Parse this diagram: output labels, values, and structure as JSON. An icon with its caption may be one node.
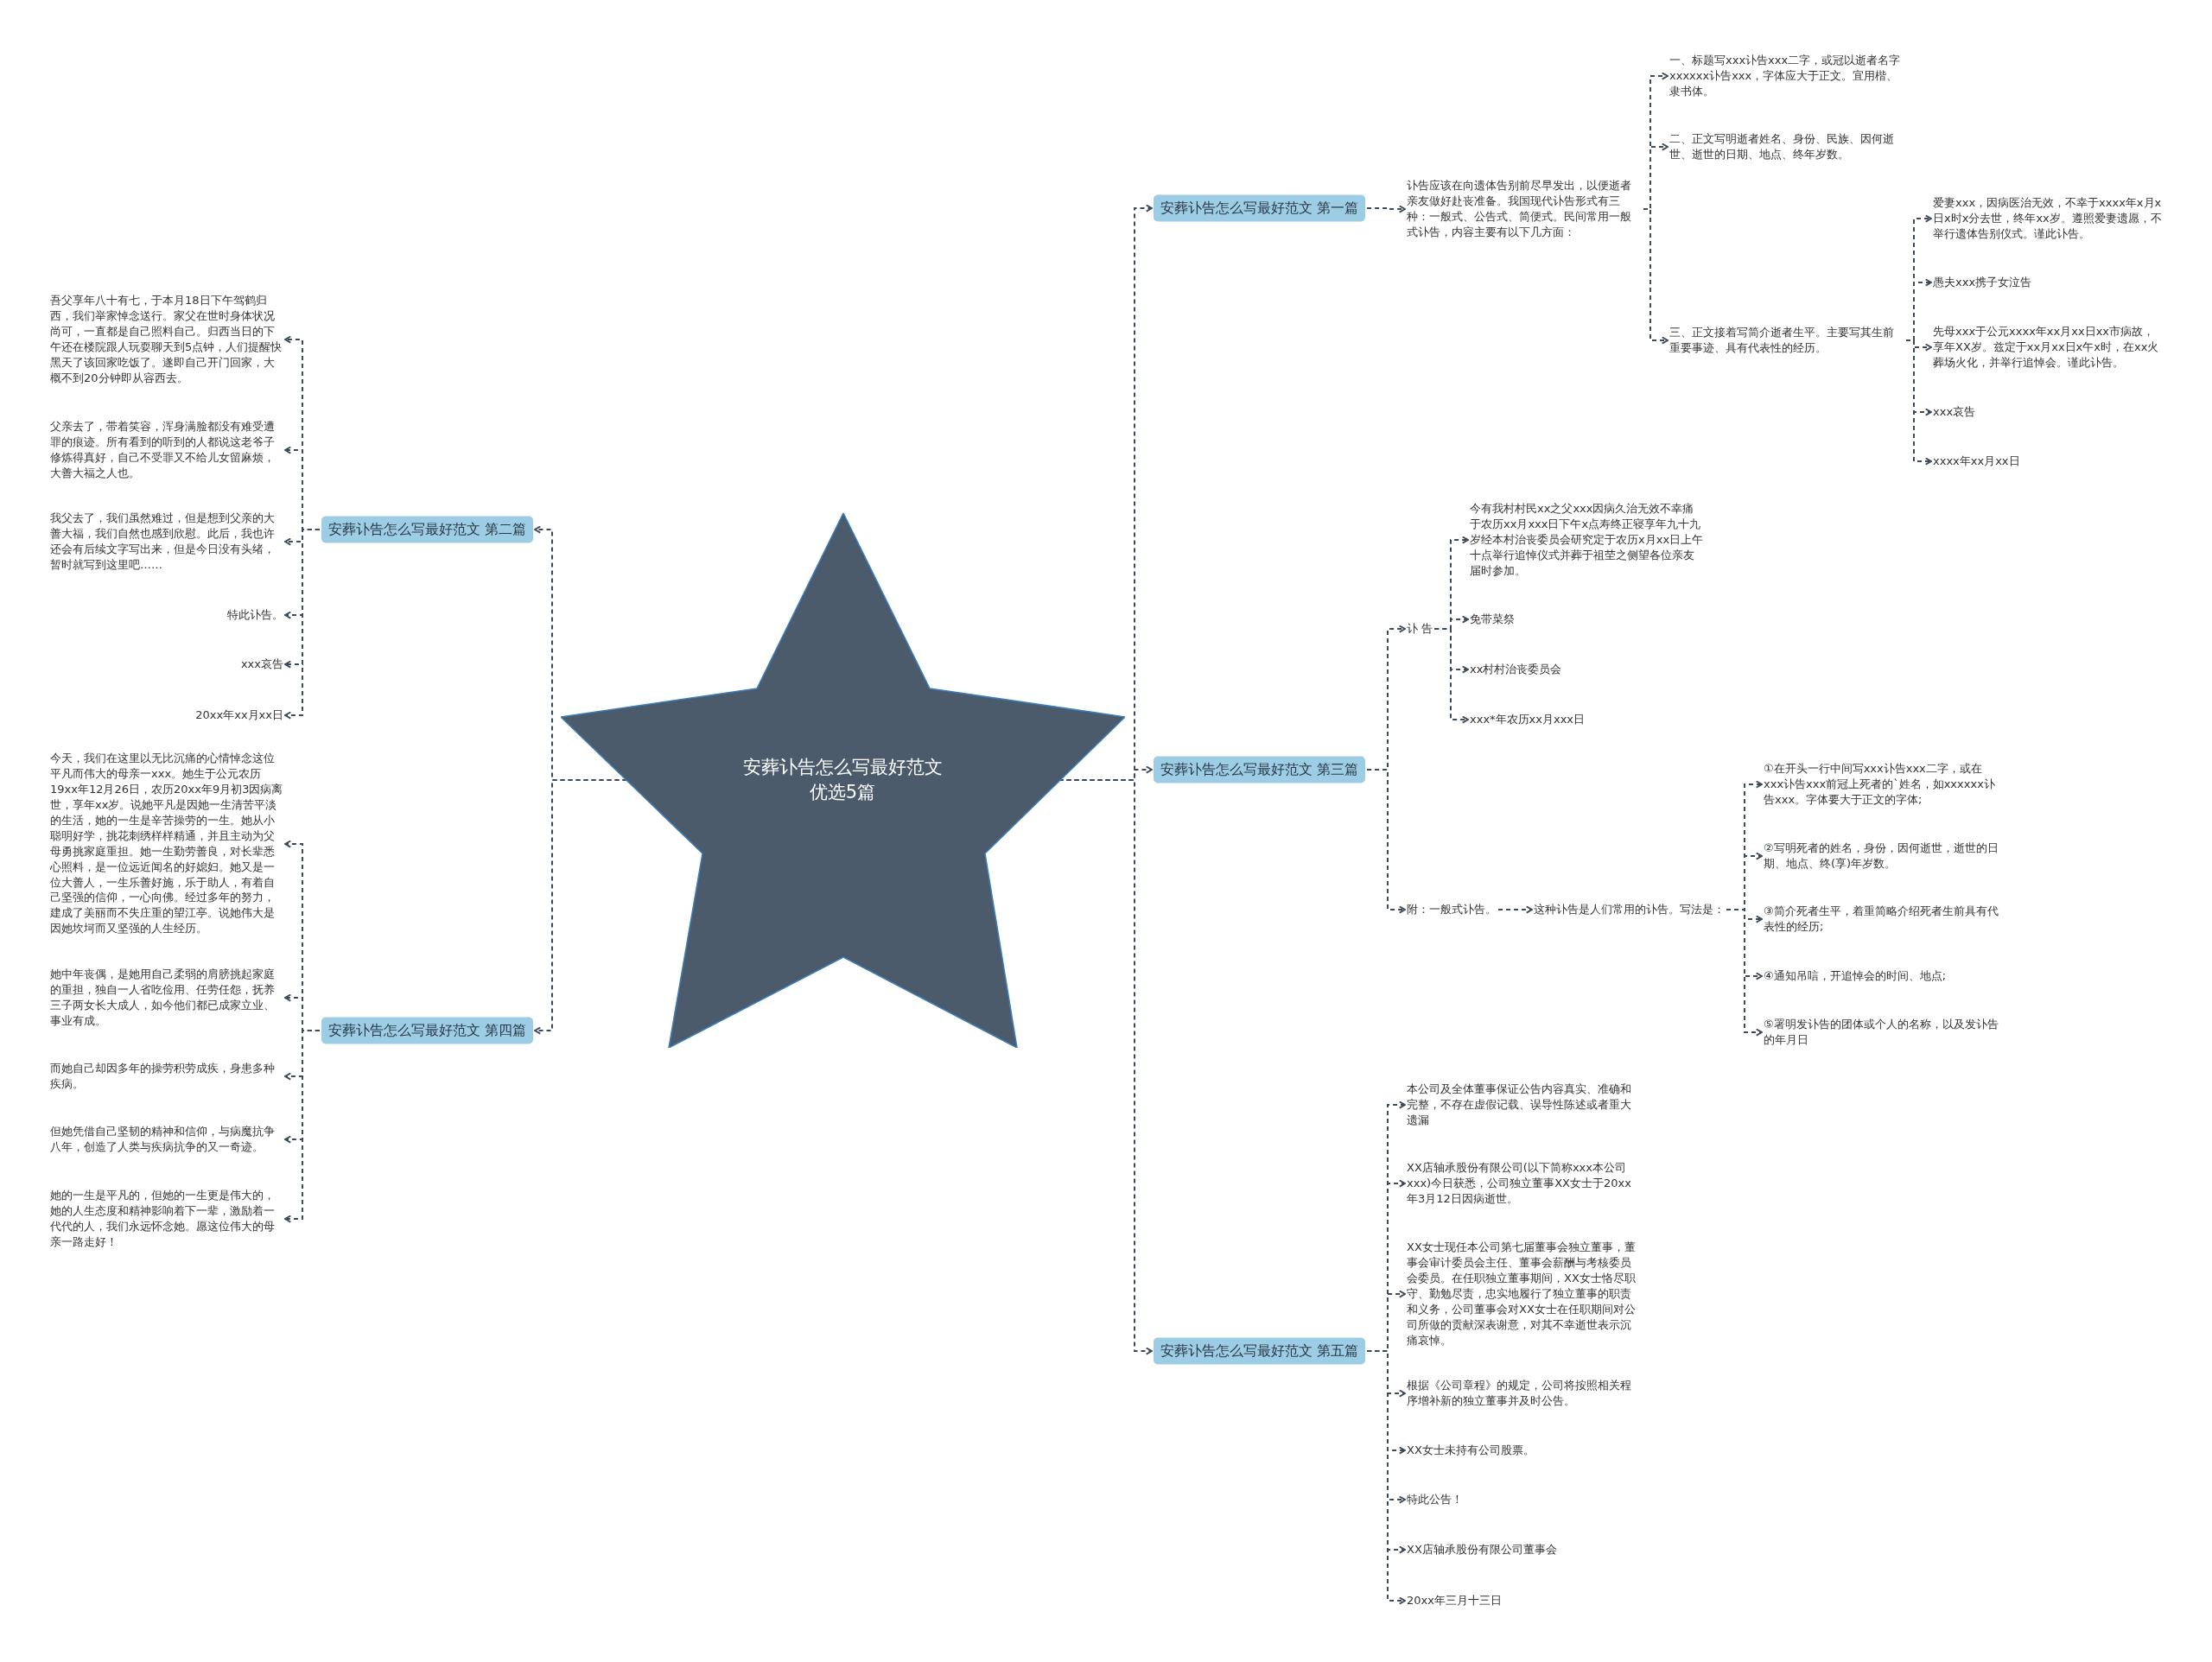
{
  "diagram": {
    "nodes": [
      {
        "text": [
          "安葬讣告怎么写最好范文优选5篇"
        ]
      },
      {
        "text": [
          "安葬讣告怎么写最好范文 第一篇"
        ]
      },
      {
        "text": [
          "讣告应该在向遗体告别前尽早发出，以便逝者亲友做好赴丧准备。我国现代讣告形式有三种：一般式、公告式、简便式。民间常用一般式讣告，内容主要有以下几方面："
        ]
      },
      {
        "text": [
          "一、标题写xxx讣告xxx二字，或冠以逝者名字xxxxxx讣告xxx，字体应大于正文。宜用楷、隶书体。"
        ]
      },
      {
        "text": [
          "二、正文写明逝者姓名、身份、民族、因何逝世、逝世的日期、地点、终年岁数。"
        ]
      },
      {
        "text": [
          "三、正文接着写简介逝者生平。主要写其生前重要事迹、具有代表性的经历。"
        ]
      },
      {
        "text": [
          "爱妻xxx，因病医治无效，不幸于xxxx年x月x日x时x分去世，终年xx岁。遵照爱妻遗愿，不举行遗体告别仪式。谨此讣告。"
        ]
      },
      {
        "text": [
          "愚夫xxx携子女泣告"
        ]
      },
      {
        "text": [
          "先母xxx于公元xxxx年xx月xx日xx市病故，享年XX岁。兹定于xx月xx日x午x时，在xx火葬场火化，并举行追悼会。谨此讣告。"
        ]
      },
      {
        "text": [
          "xxx哀告"
        ]
      },
      {
        "text": [
          "xxxx年xx月xx日"
        ]
      },
      {
        "text": [
          "安葬讣告怎么写最好范文 第三篇"
        ]
      },
      {
        "text": [
          "讣 告"
        ]
      },
      {
        "text": [
          "今有我村村民xx之父xxx因病久治无效不幸痛于农历xx月xxx日下午x点寿终正寝享年九十九岁经本村治丧委员会研究定于农历x月xx日上午十点举行追悼仪式并葬于祖茔之侧望各位亲友届时参加。"
        ]
      },
      {
        "text": [
          "免带菜祭"
        ]
      },
      {
        "text": [
          "xx村村治丧委员会"
        ]
      },
      {
        "text": [
          "xxx*年农历xx月xxx日"
        ]
      },
      {
        "text": [
          "附：一般式讣告。"
        ]
      },
      {
        "text": [
          "这种讣告是人们常用的讣告。写法是："
        ]
      },
      {
        "text": [
          "①在开头一行中间写xxx讣告xxx二字，或在xxx讣告xxx前冠上死者的`姓名，如xxxxxx讣告xxx。字体要大于正文的字体;"
        ]
      },
      {
        "text": [
          "②写明死者的姓名，身份，因何逝世，逝世的日期、地点、终(享)年岁数。"
        ]
      },
      {
        "text": [
          "③简介死者生平，着重简略介绍死者生前具有代表性的经历;"
        ]
      },
      {
        "text": [
          "④通知吊唁，开追悼会的时间、地点;"
        ]
      },
      {
        "text": [
          "⑤署明发讣告的团体或个人的名称，以及发讣告的年月日"
        ]
      },
      {
        "text": [
          "安葬讣告怎么写最好范文 第五篇"
        ]
      },
      {
        "text": [
          "本公司及全体董事保证公告内容真实、准确和完整，不存在虚假记载、误导性陈述或者重大遗漏"
        ]
      },
      {
        "text": [
          "XX店轴承股份有限公司(以下简称xxx本公司xxx)今日获悉，公司独立董事XX女士于20xx年3月12日因病逝世。"
        ]
      },
      {
        "text": [
          "XX女士现任本公司第七届董事会独立董事，董事会审计委员会主任、董事会薪酬与考核委员会委员。在任职独立董事期间，XX女士恪尽职守、勤勉尽责，忠实地履行了独立董事的职责和义务，公司董事会对XX女士在任职期间对公司所做的贡献深表谢意，对其不幸逝世表示沉痛哀悼。"
        ]
      },
      {
        "text": [
          "根据《公司章程》的规定，公司将按照相关程序增补新的独立董事并及时公告。"
        ]
      },
      {
        "text": [
          "XX女士未持有公司股票。"
        ]
      },
      {
        "text": [
          "特此公告！"
        ]
      },
      {
        "text": [
          "XX店轴承股份有限公司董事会"
        ]
      },
      {
        "text": [
          "20xx年三月十三日"
        ]
      },
      {
        "text": [
          "安葬讣告怎么写最好范文 第二篇"
        ]
      },
      {
        "text": [
          "吾父享年八十有七，于本月18日下午驾鹤归西，我们举家悼念送行。家父在世时身体状况尚可，一直都是自己照料自己。归西当日的下午还在楼院跟人玩耍聊天到5点钟，人们提醒快黑天了该回家吃饭了。遂即自己开门回家，大概不到20分钟即从容西去。"
        ]
      },
      {
        "text": [
          "父亲去了，带着笑容，浑身满脸都没有难受遭罪的痕迹。所有看到的听到的人都说这老爷子修炼得真好，自己不受罪又不给儿女留麻烦，大善大福之人也。"
        ]
      },
      {
        "text": [
          "我父去了，我们虽然难过，但是想到父亲的大善大福，我们自然也感到欣慰。此后，我也许还会有后续文字写出来，但是今日没有头绪，暂时就写到这里吧……"
        ]
      },
      {
        "text": [
          "特此讣告。"
        ]
      },
      {
        "text": [
          "xxx哀告"
        ]
      },
      {
        "text": [
          "20xx年xx月xx日"
        ]
      },
      {
        "text": [
          "安葬讣告怎么写最好范文 第四篇"
        ]
      },
      {
        "text": [
          "今天，我们在这里以无比沉痛的心情悼念这位平凡而伟大的母亲一xxx。她生于公元农历19xx年12月26日，农历20xx年9月初3因病离世，享年xx岁。说她平凡是因她一生清苦平淡的生活，她的一生是辛苦操劳的一生。她从小聪明好学，挑花刺绣样样精通，并且主动为父母勇挑家庭重担。她一生勤劳善良，对长辈悉心照料，是一位远近闻名的好媳妇。她又是一位大善人，一生乐善好施，乐于助人，有着自己坚强的信仰，一心向佛。经过多年的努力，建成了美丽而不失庄重的望江亭。说她伟大是因她坎坷而又坚强的人生经历。"
        ]
      },
      {
        "text": [
          "她中年丧偶，是她用自己柔弱的肩膀挑起家庭的重担，独自一人省吃俭用、任劳任怨，抚养三子两女长大成人，如今他们都已成家立业、事业有成。"
        ]
      },
      {
        "text": [
          "而她自己却因多年的操劳积劳成疾，身患多种疾病。"
        ]
      },
      {
        "text": [
          "但她凭借自己坚韧的精神和信仰，与病魔抗争八年，创造了人类与疾病抗争的又一奇迹。"
        ]
      },
      {
        "text": [
          "她的一生是平凡的，但她的一生更是伟大的，她的人生态度和精神影响着下一辈，激励着一代代的人，我们永远怀念她。愿这位伟大的母亲一路走好！"
        ]
      }
    ],
    "edges": [
      {
        "from": 0,
        "to": 1,
        "arrow": "to"
      },
      {
        "from": 0,
        "to": 11,
        "arrow": "to"
      },
      {
        "from": 0,
        "to": 24,
        "arrow": "to"
      },
      {
        "from": 0,
        "to": 33,
        "arrow": "to"
      },
      {
        "from": 0,
        "to": 40,
        "arrow": "to"
      },
      {
        "from": 1,
        "to": 2,
        "arrow": "to"
      },
      {
        "from": 2,
        "to": 3,
        "arrow": "to"
      },
      {
        "from": 2,
        "to": 4,
        "arrow": "to"
      },
      {
        "from": 2,
        "to": 5,
        "arrow": "to"
      },
      {
        "from": 5,
        "to": 6,
        "arrow": "to"
      },
      {
        "from": 5,
        "to": 7,
        "arrow": "to"
      },
      {
        "from": 5,
        "to": 8,
        "arrow": "to"
      },
      {
        "from": 5,
        "to": 9,
        "arrow": "to"
      },
      {
        "from": 5,
        "to": 10,
        "arrow": "to"
      },
      {
        "from": 11,
        "to": 12,
        "arrow": "to"
      },
      {
        "from": 11,
        "to": 17,
        "arrow": "to"
      },
      {
        "from": 12,
        "to": 13,
        "arrow": "to"
      },
      {
        "from": 12,
        "to": 14,
        "arrow": "to"
      },
      {
        "from": 12,
        "to": 15,
        "arrow": "to"
      },
      {
        "from": 12,
        "to": 16,
        "arrow": "to"
      },
      {
        "from": 17,
        "to": 18,
        "arrow": "to"
      },
      {
        "from": 18,
        "to": 19,
        "arrow": "to"
      },
      {
        "from": 18,
        "to": 20,
        "arrow": "to"
      },
      {
        "from": 18,
        "to": 21,
        "arrow": "to"
      },
      {
        "from": 18,
        "to": 22,
        "arrow": "to"
      },
      {
        "from": 18,
        "to": 23,
        "arrow": "to"
      },
      {
        "from": 24,
        "to": 25,
        "arrow": "to"
      },
      {
        "from": 24,
        "to": 26,
        "arrow": "to"
      },
      {
        "from": 24,
        "to": 27,
        "arrow": "to"
      },
      {
        "from": 24,
        "to": 28,
        "arrow": "to"
      },
      {
        "from": 24,
        "to": 29,
        "arrow": "to"
      },
      {
        "from": 24,
        "to": 30,
        "arrow": "to"
      },
      {
        "from": 24,
        "to": 31,
        "arrow": "to"
      },
      {
        "from": 24,
        "to": 32,
        "arrow": "to"
      },
      {
        "from": 33,
        "to": 34,
        "arrow": "to"
      },
      {
        "from": 33,
        "to": 35,
        "arrow": "to"
      },
      {
        "from": 33,
        "to": 36,
        "arrow": "to"
      },
      {
        "from": 33,
        "to": 37,
        "arrow": "to"
      },
      {
        "from": 33,
        "to": 38,
        "arrow": "to"
      },
      {
        "from": 33,
        "to": 39,
        "arrow": "to"
      },
      {
        "from": 40,
        "to": 41,
        "arrow": "to"
      },
      {
        "from": 40,
        "to": 42,
        "arrow": "to"
      },
      {
        "from": 40,
        "to": 43,
        "arrow": "to"
      },
      {
        "from": 40,
        "to": 44,
        "arrow": "to"
      },
      {
        "from": 40,
        "to": 45,
        "arrow": "to"
      }
    ]
  }
}
